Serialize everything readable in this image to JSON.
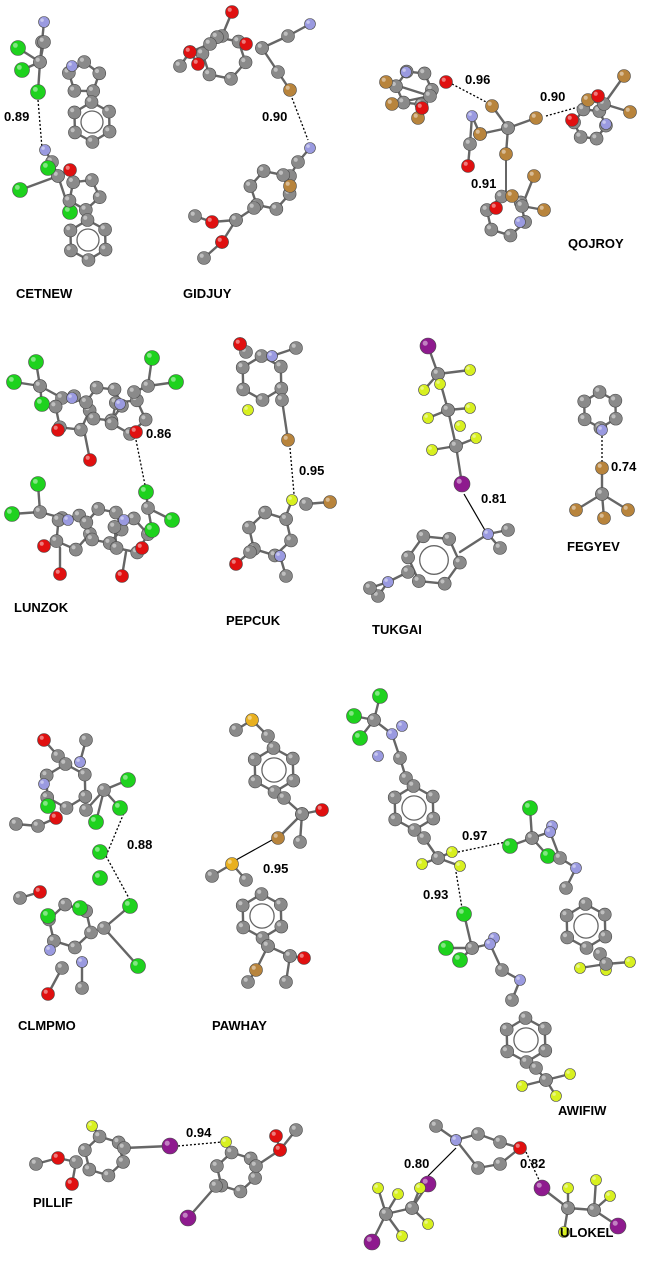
{
  "colors": {
    "carbon": "#8a8a8a",
    "oxygen": "#e01010",
    "nitrogen": "#9a9ae0",
    "chlorine": "#1ed21e",
    "fluorine": "#d8f020",
    "bromine": "#b8843c",
    "iodine": "#8e1a8e",
    "sulfur": "#e8b020",
    "bond": "#666666",
    "contact": "#000000"
  },
  "panels": [
    {
      "id": "cetnew",
      "label": "CETNEW",
      "distances": [
        "0.89"
      ]
    },
    {
      "id": "gidjuy",
      "label": "GIDJUY",
      "distances": [
        "0.90"
      ]
    },
    {
      "id": "qojroy",
      "label": "QOJROY",
      "distances": [
        "0.96",
        "0.90",
        "0.91"
      ]
    },
    {
      "id": "lunzok",
      "label": "LUNZOK",
      "distances": [
        "0.86"
      ]
    },
    {
      "id": "pepcuk",
      "label": "PEPCUK",
      "distances": [
        "0.95"
      ]
    },
    {
      "id": "tukgai",
      "label": "TUKGAI",
      "distances": [
        "0.81"
      ]
    },
    {
      "id": "fegyev",
      "label": "FEGYEV",
      "distances": [
        "0.74"
      ]
    },
    {
      "id": "clmpmo",
      "label": "CLMPMO",
      "distances": [
        "0.88"
      ]
    },
    {
      "id": "pawhay",
      "label": "PAWHAY",
      "distances": [
        "0.95"
      ]
    },
    {
      "id": "awifiw",
      "label": "AWIFIW",
      "distances": [
        "0.97",
        "0.93"
      ]
    },
    {
      "id": "pillif",
      "label": "PILLIF",
      "distances": [
        "0.94"
      ]
    },
    {
      "id": "ulokel",
      "label": "ULOKEL",
      "distances": [
        "0.80",
        "0.82"
      ]
    }
  ]
}
